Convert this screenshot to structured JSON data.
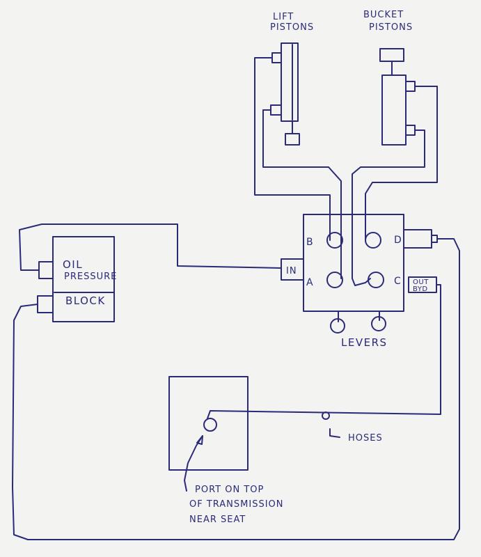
{
  "labels": {
    "lift_line1": "LIFT",
    "lift_line2": "PISTONS",
    "bucket_line1": "BUCKET",
    "bucket_line2": "PISTONS",
    "oil_line1": "OIL",
    "oil_line2": "PRESSURE",
    "oil_line3": "BLOCK",
    "port_a": "A",
    "port_b": "B",
    "port_c": "C",
    "port_d": "D",
    "in_port": "IN",
    "out_line1": "OUT",
    "out_line2": "BYD",
    "levers": "LEVERS",
    "hoses": "HOSES",
    "note_line1": "PORT ON TOP",
    "note_line2": "OF TRANSMISSION",
    "note_line3": "NEAR SEAT"
  },
  "colors": {
    "ink": "#2a2a7a",
    "paper": "#f3f3f1"
  }
}
